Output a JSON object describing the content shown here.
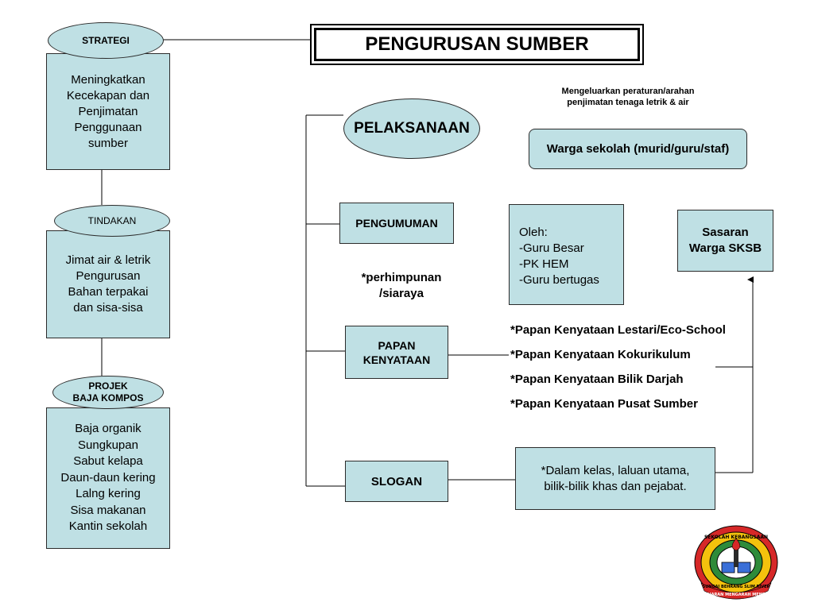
{
  "title": "PENGURUSAN SUMBER",
  "left_column": {
    "strategi_label": "STRATEGI",
    "strategi_text": "Meningkatkan\nKecekapan dan\nPenjimatan\nPenggunaan\nsumber",
    "tindakan_label": "TINDAKAN",
    "tindakan_text": "Jimat air & letrik\nPengurusan\nBahan terpakai\ndan sisa-sisa",
    "projek_label": "PROJEK\nBAJA KOMPOS",
    "projek_text": "Baja organik\nSungkupan\nSabut kelapa\nDaun-daun kering\nLalng kering\nSisa makanan\nKantin sekolah"
  },
  "pelaksanaan": {
    "label": "PELAKSANAAN",
    "note": "Mengeluarkan peraturan/arahan\npenjimatan tenaga letrik & air",
    "warga_box": "Warga sekolah (murid/guru/staf)"
  },
  "pengumuman": {
    "label": "PENGUMUMAN",
    "note": "*perhimpunan\n/siaraya",
    "oleh_box": "Oleh:\n-Guru Besar\n-PK HEM\n-Guru bertugas"
  },
  "sasaran_box": "Sasaran\nWarga SKSB",
  "papan": {
    "label": "PAPAN\nKENYATAAN",
    "items": [
      "*Papan Kenyataan Lestari/Eco-School",
      "*Papan Kenyataan Kokurikulum",
      "*Papan Kenyataan Bilik Darjah",
      "*Papan Kenyataan Pusat Sumber"
    ]
  },
  "slogan": {
    "label": "SLOGAN",
    "box": "*Dalam kelas, laluan utama,\nbilik-bilik khas dan pejabat."
  },
  "logo": {
    "text_top": "SEKOLAH KEBANGSAAN",
    "text_bottom": "SUNGAI BEHRANG SLIM RIVER",
    "ribbon": "PELAJARAN MENGARAH MEMBINA",
    "colors": {
      "outer": "#d62828",
      "ring": "#f4c20d",
      "green": "#2e8b3a"
    }
  }
}
